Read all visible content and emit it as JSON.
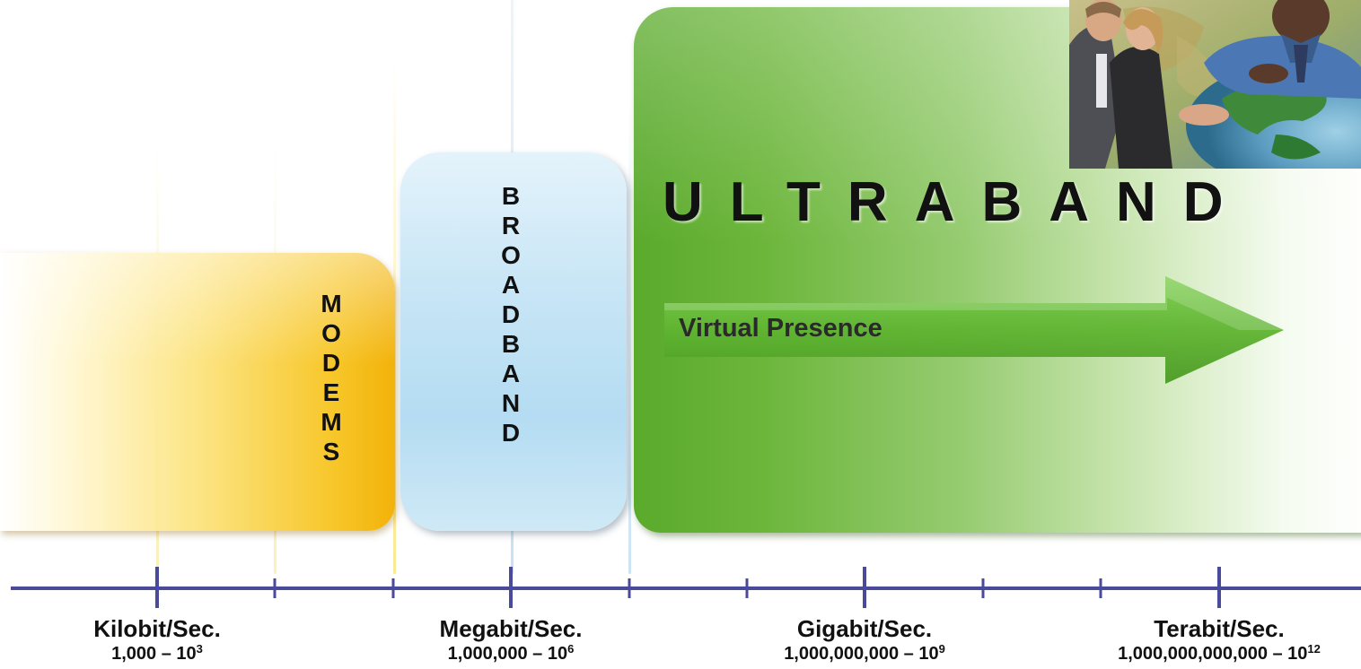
{
  "bands": {
    "modems": {
      "letters": [
        "M",
        "O",
        "D",
        "E",
        "M",
        "S"
      ]
    },
    "broadband": {
      "letters": [
        "B",
        "R",
        "O",
        "A",
        "D",
        "B",
        "A",
        "N",
        "D"
      ]
    },
    "ultraband": {
      "title": "ULTRABAND"
    }
  },
  "arrow": {
    "label": "Virtual Presence"
  },
  "scale": [
    {
      "unit": "Kilobit/Sec.",
      "value": "1,000 – 10",
      "exponent": "3"
    },
    {
      "unit": "Megabit/Sec.",
      "value": "1,000,000 – 10",
      "exponent": "6"
    },
    {
      "unit": "Gigabit/Sec.",
      "value": "1,000,000,000 – 10",
      "exponent": "9"
    },
    {
      "unit": "Terabit/Sec.",
      "value": "1,000,000,000,000 – 10",
      "exponent": "12"
    }
  ],
  "colors": {
    "modems": "#f2b20a",
    "broadband": "#b4dcf2",
    "ultraband": "#5aaa2c",
    "arrow": "#6cbf3e",
    "axis": "#4a4a9a"
  }
}
